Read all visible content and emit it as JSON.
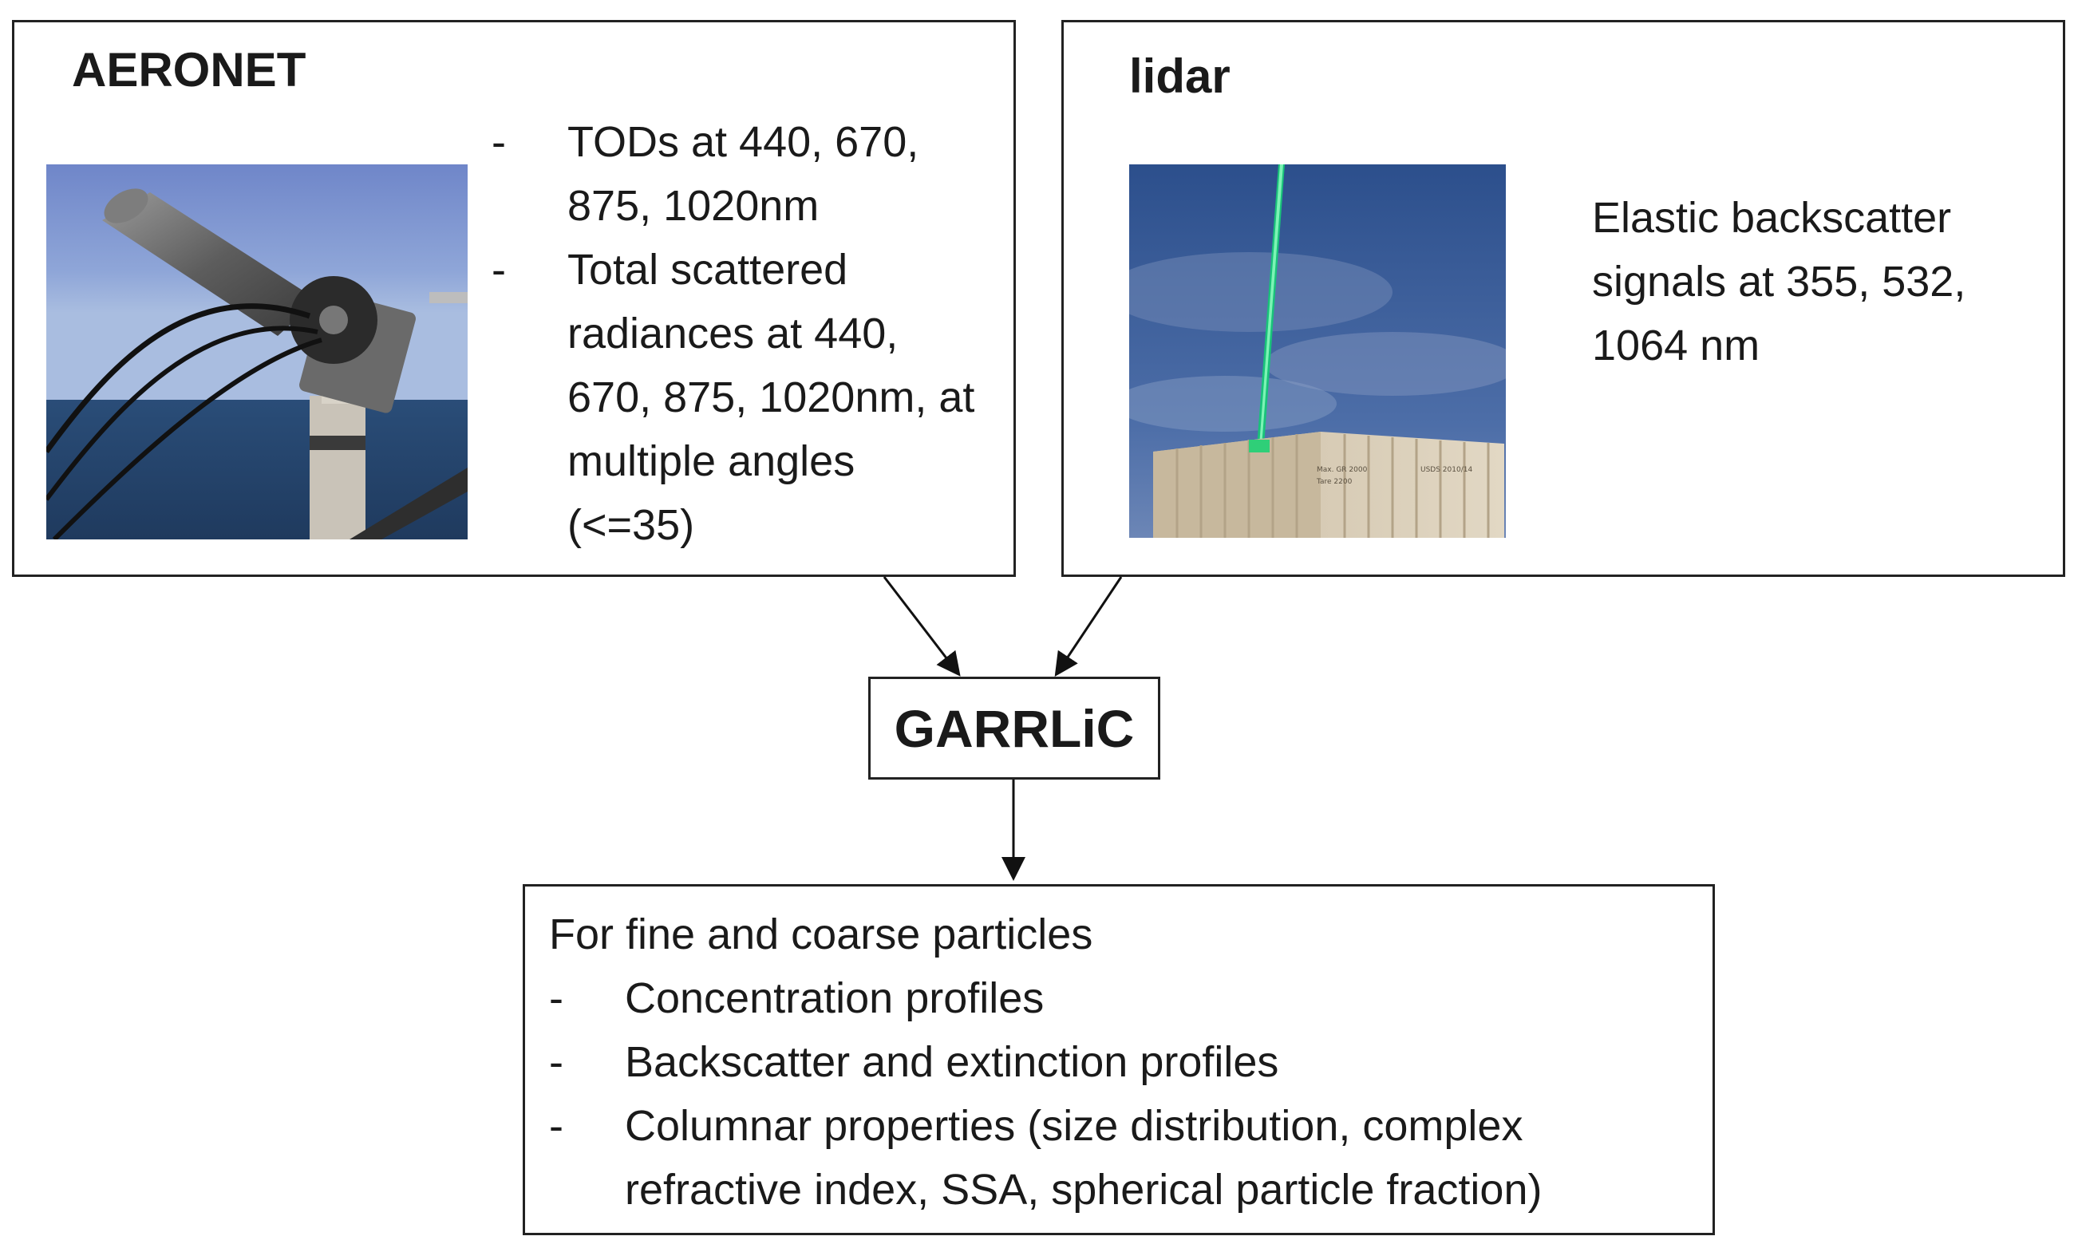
{
  "aeronet": {
    "title": "AERONET",
    "bullet_marker": "-",
    "bullets": [
      "TODs at 440, 670, 875, 1020nm",
      "Total scattered radiances at 440, 670, 875, 1020nm, at multiple angles (<=35)"
    ],
    "photo_icon": "sun-photometer-photo"
  },
  "lidar": {
    "title": "lidar",
    "description": "Elastic backscatter signals at 355, 532, 1064 nm",
    "photo_icon": "lidar-beam-container-photo",
    "container_text": [
      "Max. GR 2000",
      "Tare 2200",
      "USDS 2010/14"
    ]
  },
  "garrlic": {
    "label": "GARRLiC"
  },
  "output": {
    "heading": "For fine and coarse particles",
    "bullet_marker": "-",
    "bullets": [
      "Concentration profiles",
      "Backscatter and extinction profiles",
      "Columnar properties (size distribution, complex refractive index, SSA, spherical particle fraction)"
    ]
  }
}
